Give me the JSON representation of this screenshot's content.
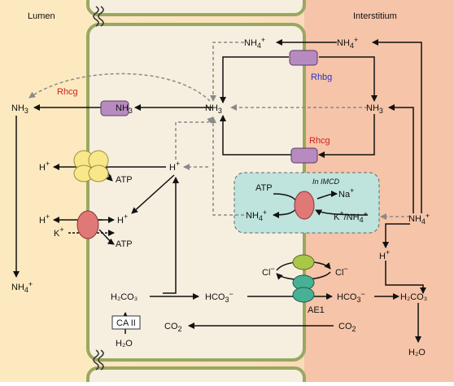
{
  "regions": {
    "lumen": "Lumen",
    "interstitium": "Interstitium"
  },
  "transporters": {
    "rhbg": "Rhbg",
    "rhcg_apical": "Rhcg",
    "rhcg_basolateral": "Rhcg",
    "in_imcd": "In IMCD",
    "ae1": "AE1",
    "ca2": "CA II"
  },
  "species": {
    "nh3": "NH",
    "nh3_sub": "3",
    "nh4": "NH",
    "nh4_sub": "4",
    "nh4_sup": "+",
    "h": "H",
    "h_sup": "+",
    "k": "K",
    "k_sup": "+",
    "na": "Na",
    "na_sup": "+",
    "cl": "Cl",
    "cl_sup": "−",
    "atp": "ATP",
    "h2co3": "H₂CO₃",
    "hco3": "HCO",
    "hco3_sub": "3",
    "hco3_sup": "−",
    "co2": "CO",
    "co2_sub": "2",
    "h2o": "H₂O",
    "k_nh4_pre": "K",
    "k_nh4_sup": "+",
    "k_nh4_mid": "/NH",
    "k_nh4_sub": "4",
    "k_nh4_sup2": "+"
  },
  "colors": {
    "lumen_bg": "#fde9bf",
    "interstitium_bg": "#f6c4a8",
    "cell_bg": "#f6efe0",
    "membrane": "#98a860",
    "rh_channel": "#b88bc0",
    "h_atpase": "#f8e88a",
    "hk_atpase": "#e07878",
    "imcd_box": "#bfe3dd",
    "anion_exchanger_top": "#a8c848",
    "anion_exchanger_bottom": "#48b094",
    "rhbg_text": "#2233cc",
    "rhcg_text": "#cc2222",
    "arrow_solid": "#111111",
    "arrow_dashed": "#8a8a8a"
  }
}
